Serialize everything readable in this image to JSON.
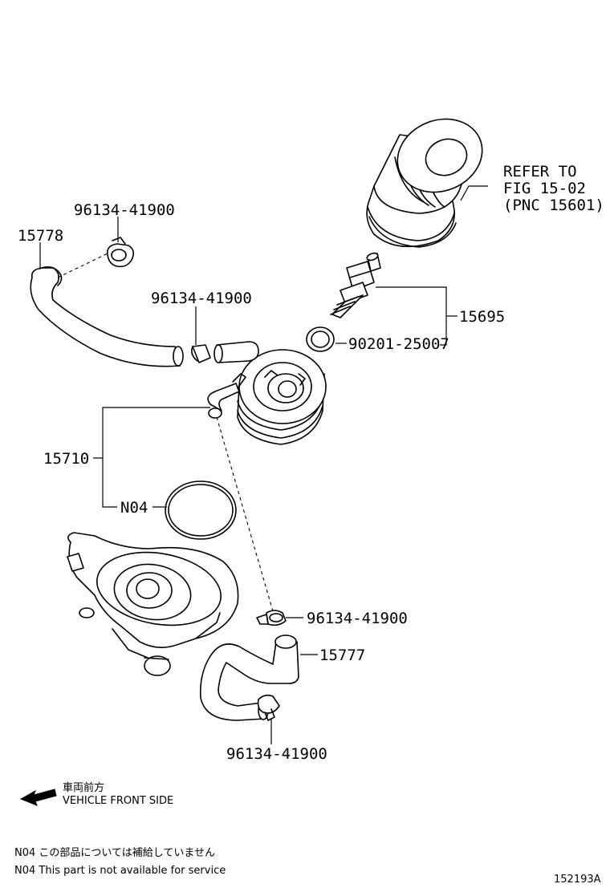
{
  "diagram": {
    "labels": {
      "clip_top_left": "96134-41900",
      "hose_upper": "15778",
      "clip_middle": "96134-41900",
      "refer_line1": "REFER TO",
      "refer_line2": "FIG 15-02",
      "refer_line3": "(PNC 15601)",
      "union_bolt": "15695",
      "gasket": "90201-25007",
      "oil_cooler": "15710",
      "o_ring": "N04",
      "clip_lower_right": "96134-41900",
      "hose_lower": "15777",
      "clip_bottom": "96134-41900"
    },
    "legend": {
      "direction_jp": "車両前方",
      "direction_en": "VEHICLE FRONT SIDE"
    },
    "footnotes": {
      "jp": "N04 この部品については補給していません",
      "en": "N04 This part is not available for service"
    },
    "figure_id": "152193A"
  }
}
